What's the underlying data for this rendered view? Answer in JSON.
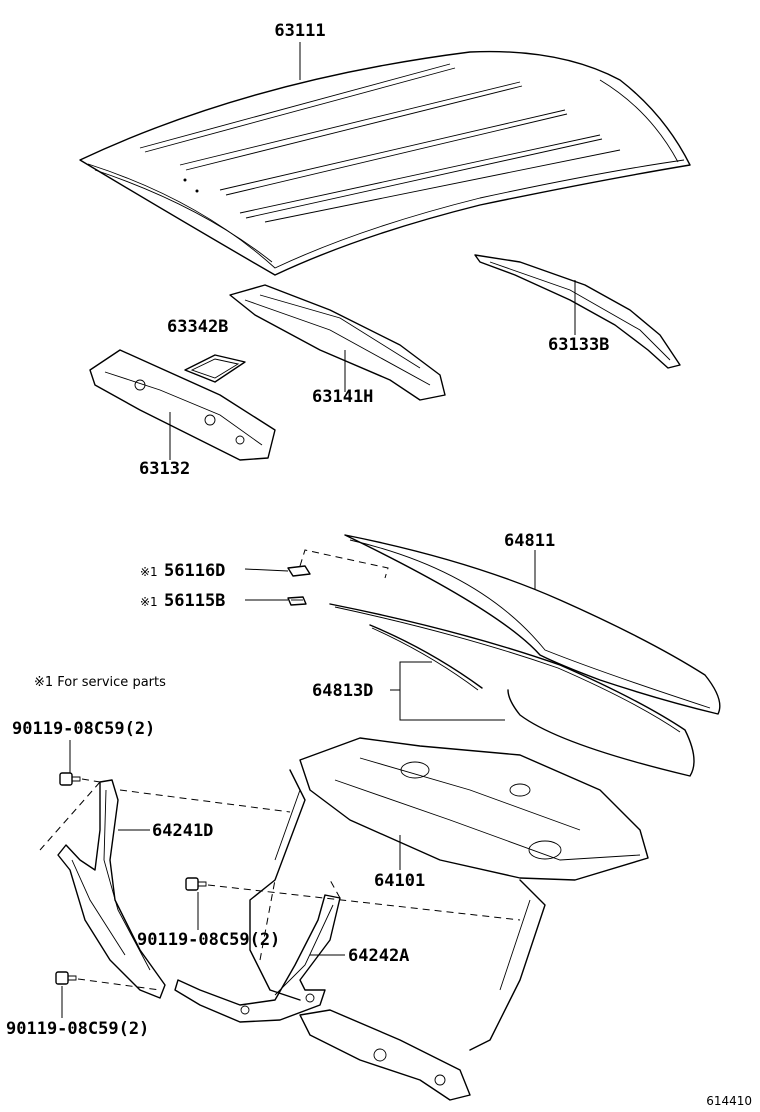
{
  "labels": {
    "p63111": "63111",
    "p63342b": "63342B",
    "p63141h": "63141H",
    "p63133b": "63133B",
    "p63132": "63132",
    "p64811": "64811",
    "p56116d_mark": "※1",
    "p56116d": "56116D",
    "p56115b_mark": "※1",
    "p56115b": "56115B",
    "p64813d": "64813D",
    "p64241d": "64241D",
    "p64101": "64101",
    "p64242a": "64242A",
    "bolt_top": "90119-08C59(2)",
    "bolt_mid": "90119-08C59(2)",
    "bolt_bottom": "90119-08C59(2)"
  },
  "note": "※1 For service parts",
  "diagram_code": "614410"
}
